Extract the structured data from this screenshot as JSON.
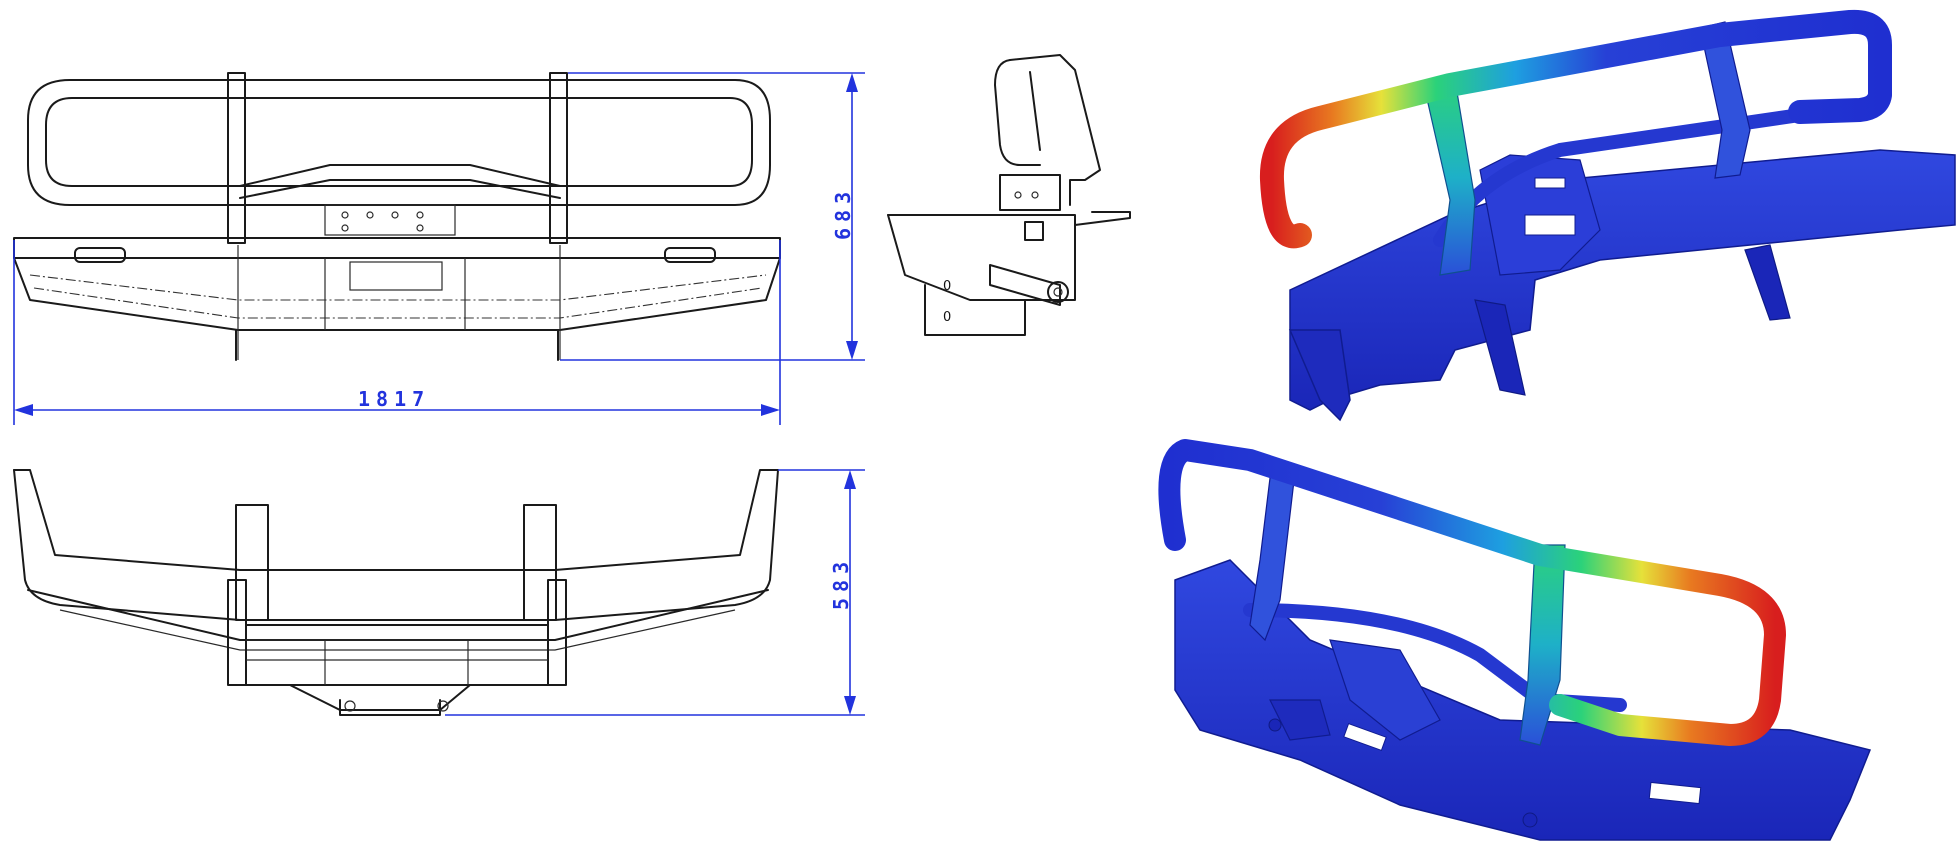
{
  "drawing": {
    "dimensions": {
      "width": "1817",
      "height_front": "683",
      "height_top": "583"
    },
    "side_view_marks": [
      "0",
      "0"
    ],
    "colors": {
      "dimension": "#2233dd",
      "line": "#1a1a1a",
      "stress_low": "#1f2fd0",
      "stress_mid_low": "#1e9fe0",
      "stress_mid": "#2bd27a",
      "stress_mid_high": "#e6e13a",
      "stress_high": "#d81e1e"
    },
    "views": [
      "front-view",
      "side-view",
      "top-view",
      "fea-render-rear",
      "fea-render-front"
    ]
  }
}
